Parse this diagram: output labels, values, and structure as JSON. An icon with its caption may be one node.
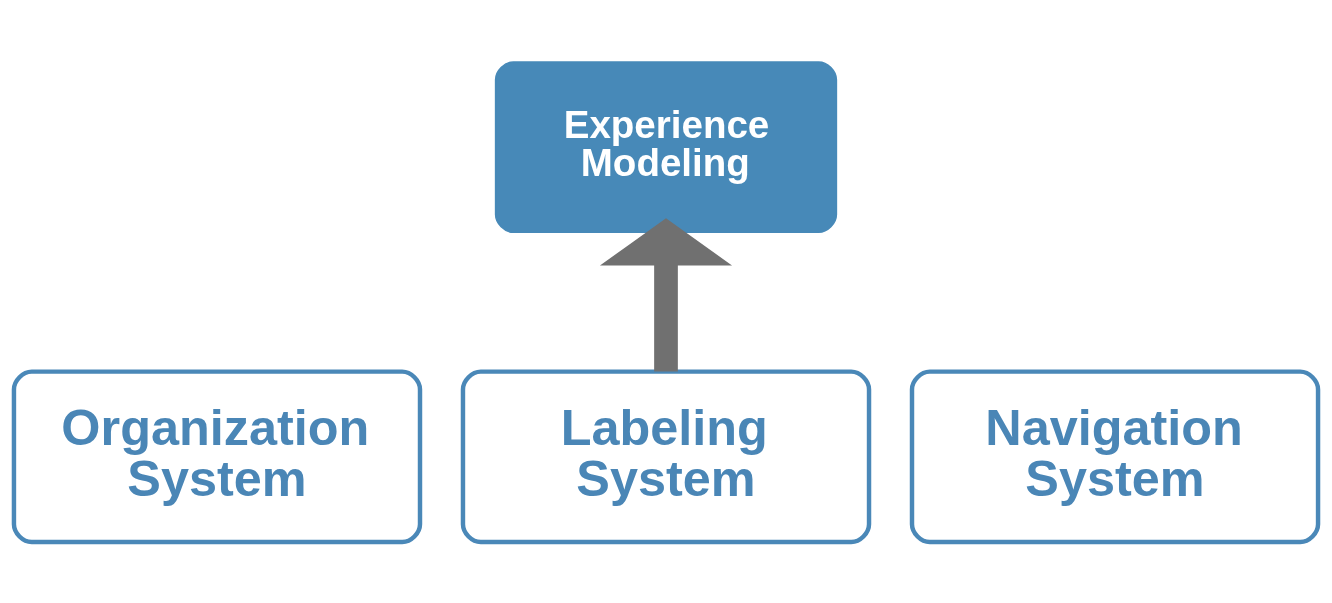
{
  "diagram": {
    "nodes": [
      {
        "text": [
          "Experience Modeling"
        ]
      },
      {
        "text": [
          "Organization System"
        ]
      },
      {
        "text": [
          "Labeling System"
        ]
      },
      {
        "text": [
          "Navigation System"
        ]
      }
    ],
    "edges": [
      {
        "from": 2,
        "to": 0,
        "arrow": "to"
      }
    ]
  }
}
